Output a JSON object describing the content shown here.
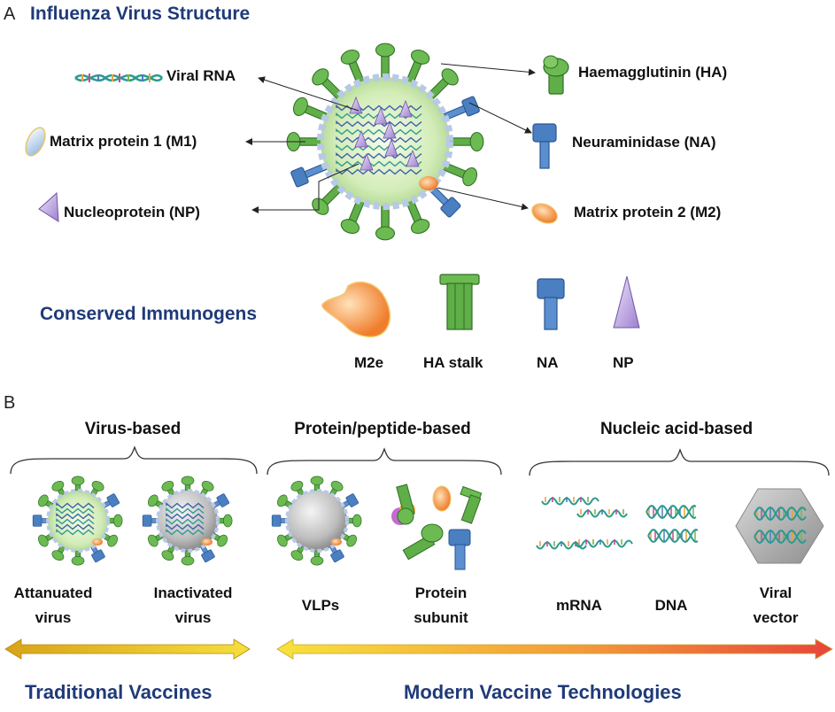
{
  "panel_a": {
    "letter": "A",
    "title": "Influenza Virus Structure",
    "labels": {
      "viral_rna": "Viral RNA",
      "m1": "Matrix protein 1 (M1)",
      "np": "Nucleoprotein (NP)",
      "ha": "Haemagglutinin (HA)",
      "na": "Neuraminidase (NA)",
      "m2": "Matrix protein 2 (M2)"
    },
    "conserved_title": "Conserved Immunogens",
    "immunogens": [
      "M2e",
      "HA stalk",
      "NA",
      "NP"
    ]
  },
  "panel_b": {
    "letter": "B",
    "categories": [
      "Virus-based",
      "Protein/peptide-based",
      "Nucleic acid-based"
    ],
    "items": {
      "attenuated": [
        "Attanuated",
        "virus"
      ],
      "inactivated": [
        "Inactivated",
        "virus"
      ],
      "vlps": "VLPs",
      "protein_subunit": [
        "Protein",
        "subunit"
      ],
      "mrna": "mRNA",
      "dna": "DNA",
      "viral_vector": [
        "Viral",
        "vector"
      ]
    },
    "traditional": "Traditional Vaccines",
    "modern": "Modern Vaccine Technologies"
  },
  "colors": {
    "title_blue": "#1f3a78",
    "ha_green": "#4e9a3a",
    "na_blue": "#4a7fc1",
    "np_purple": "#b49ad6",
    "m2_orange": "#f08a3a",
    "virion_fill": "#d8eec0"
  }
}
